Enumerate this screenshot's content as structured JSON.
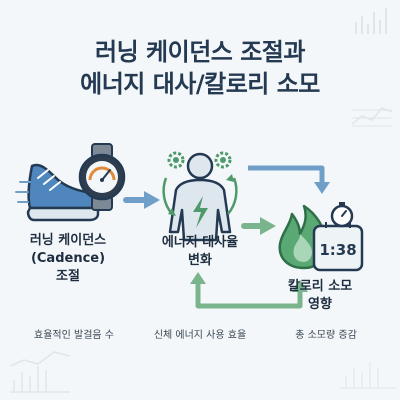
{
  "title": {
    "line1": "러닝 케이던스 조절과",
    "line2": "에너지 대사/칼로리 소모"
  },
  "nodes": {
    "cadence": {
      "line1": "러닝 케이던스",
      "line2": "(Cadence)",
      "line3": "조절"
    },
    "metabolism": {
      "line1": "에너지 대사율",
      "line2": "변화"
    },
    "calorie": {
      "line1": "칼로리 소모",
      "line2": "영향"
    }
  },
  "watch_icon": {
    "name": "watch-gauge-icon"
  },
  "timer_display": "1:38",
  "captions": {
    "cadence": "효율적인 발걸음 수",
    "metabolism": "신체 에너지 사용 효율",
    "calorie": "총 소모량 증감"
  },
  "colors": {
    "navy": "#243a52",
    "shoe_blue": "#3f6f9f",
    "arrow_blue": "#6f9fc8",
    "green": "#4e9a6b",
    "gauge_orange": "#e08a3a",
    "background": "#f4f7f9"
  }
}
